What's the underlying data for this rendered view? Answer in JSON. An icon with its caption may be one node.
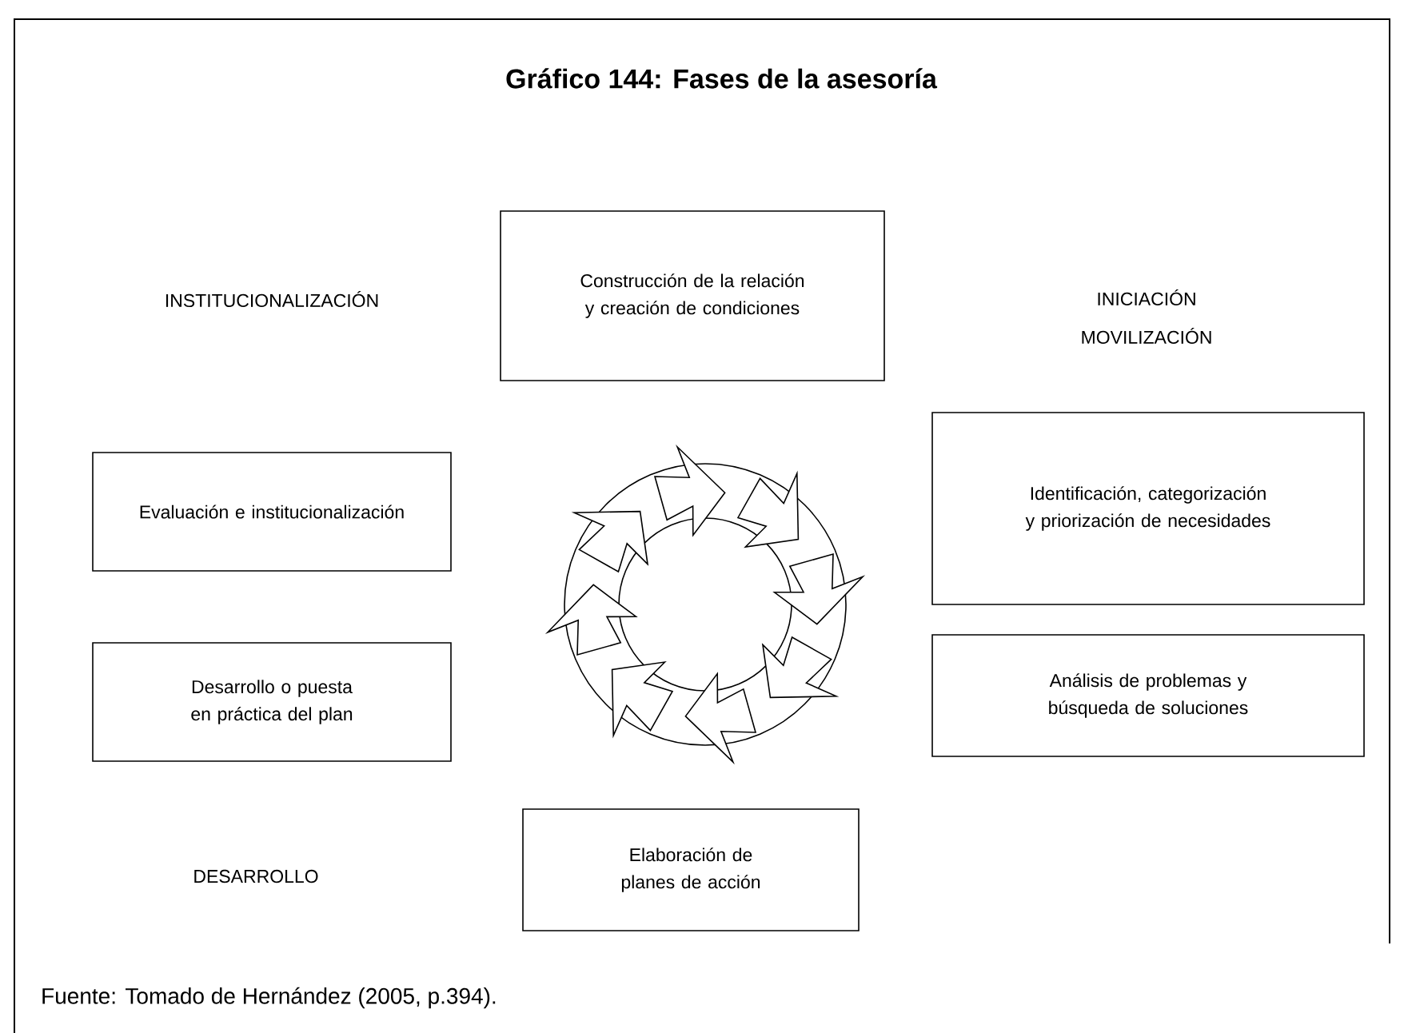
{
  "diagram": {
    "title": "Gráfico 144: Fases de la asesoría",
    "caption": "Fuente: Tomado de Hernández (2005, p.394).",
    "nodes": [
      {
        "text": [
          "Construcción de la relación y creación de condiciones"
        ]
      },
      {
        "text": [
          "Identificación, categorización y priorización de necesidades"
        ]
      },
      {
        "text": [
          "Análisis de problemas y búsqueda de soluciones"
        ]
      },
      {
        "text": [
          "Elaboración de planes de acción"
        ]
      },
      {
        "text": [
          "Desarrollo o puesta en práctica del plan"
        ]
      },
      {
        "text": [
          "Evaluación e institucionalización"
        ]
      }
    ],
    "labels": [
      "INSTITUCIONALIZACIÓN",
      "INICIACIÓN MOVILIZACIÓN",
      "DESARROLLO"
    ]
  }
}
